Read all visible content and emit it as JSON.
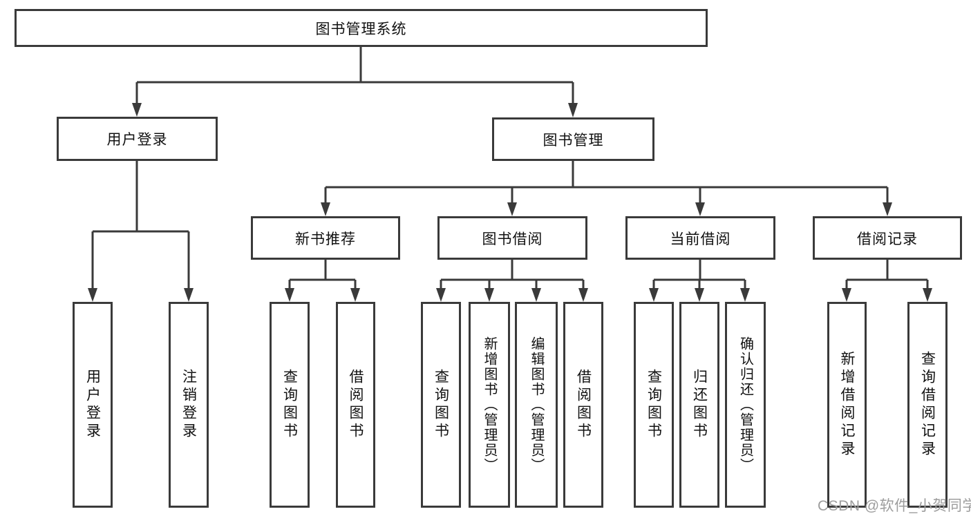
{
  "diagram": {
    "type": "hierarchy",
    "tree": {
      "label": "图书管理系统",
      "children": [
        {
          "label": "用户登录",
          "children": [
            {
              "label": "用户登录"
            },
            {
              "label": "注销登录"
            }
          ]
        },
        {
          "label": "图书管理",
          "children": [
            {
              "label": "新书推荐",
              "children": [
                {
                  "label": "查询图书"
                },
                {
                  "label": "借阅图书"
                }
              ]
            },
            {
              "label": "图书借阅",
              "children": [
                {
                  "label": "查询图书"
                },
                {
                  "label": "新增图书（管理员）"
                },
                {
                  "label": "编辑图书（管理员）"
                },
                {
                  "label": "借阅图书"
                }
              ]
            },
            {
              "label": "当前借阅",
              "children": [
                {
                  "label": "查询图书"
                },
                {
                  "label": "归还图书"
                },
                {
                  "label": "确认归还（管理员）"
                }
              ]
            },
            {
              "label": "借阅记录",
              "children": [
                {
                  "label": "新增借阅记录"
                },
                {
                  "label": "查询借阅记录"
                }
              ]
            }
          ]
        }
      ]
    },
    "colors": {
      "line": "#3a3a3a",
      "box_border": "#3a3a3a",
      "box_fill": "#ffffff",
      "text": "#111111",
      "background": "#ffffff"
    }
  },
  "watermark": {
    "text": "CSDN @软件_小贺同学",
    "color": "#9d9d9d"
  }
}
